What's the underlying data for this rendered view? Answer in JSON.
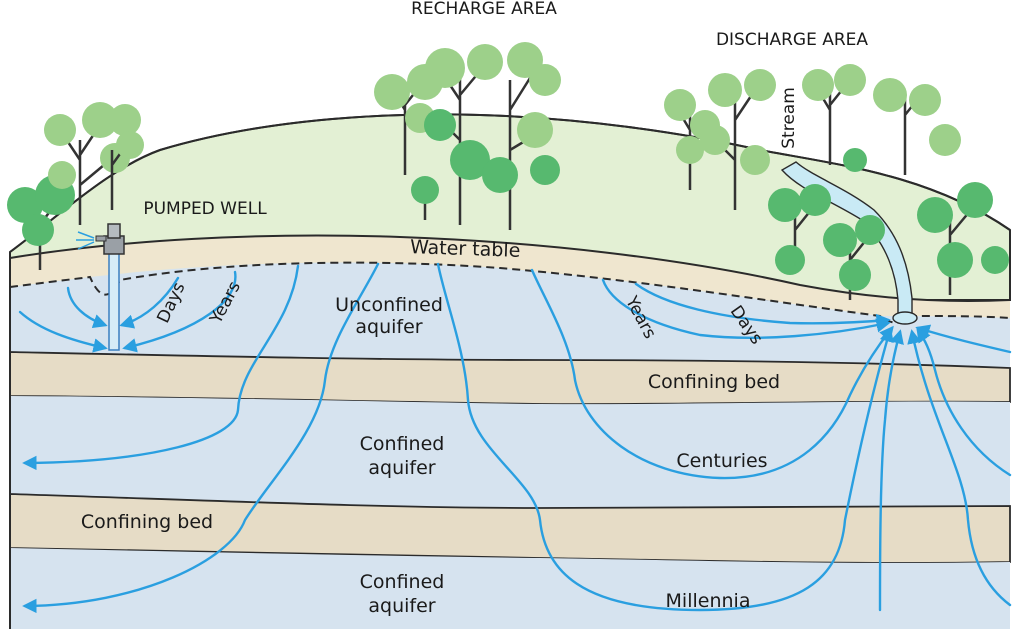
{
  "labels": {
    "recharge_area": "RECHARGE AREA",
    "discharge_area": "DISCHARGE AREA",
    "pumped_well": "PUMPED WELL",
    "stream": "Stream",
    "water_table": "Water table",
    "days_left": "Days",
    "years_left": "Years",
    "years_right": "Years",
    "days_right": "Days",
    "unconfined_aquifer_line1": "Unconfined",
    "unconfined_aquifer_line2": "aquifer",
    "confining_bed_upper": "Confining bed",
    "confined_aquifer_upper_line1": "Confined",
    "confined_aquifer_upper_line2": "aquifer",
    "centuries": "Centuries",
    "confining_bed_lower": "Confining bed",
    "confined_aquifer_lower_line1": "Confined",
    "confined_aquifer_lower_line2": "aquifer",
    "millennia": "Millennia"
  },
  "colors": {
    "land_surface": "#e3f0d4",
    "unsaturated_zone": "#efe6cf",
    "aquifer": "#d6e3ef",
    "confining_bed": "#e6dcc6",
    "flow_line": "#2a9fe0",
    "tree_light": "#9dd08a",
    "tree_dark": "#57b96f",
    "stream": "#c9eaf5"
  },
  "icons": [
    "tree-icon",
    "pump-icon",
    "water-spray-icon"
  ]
}
